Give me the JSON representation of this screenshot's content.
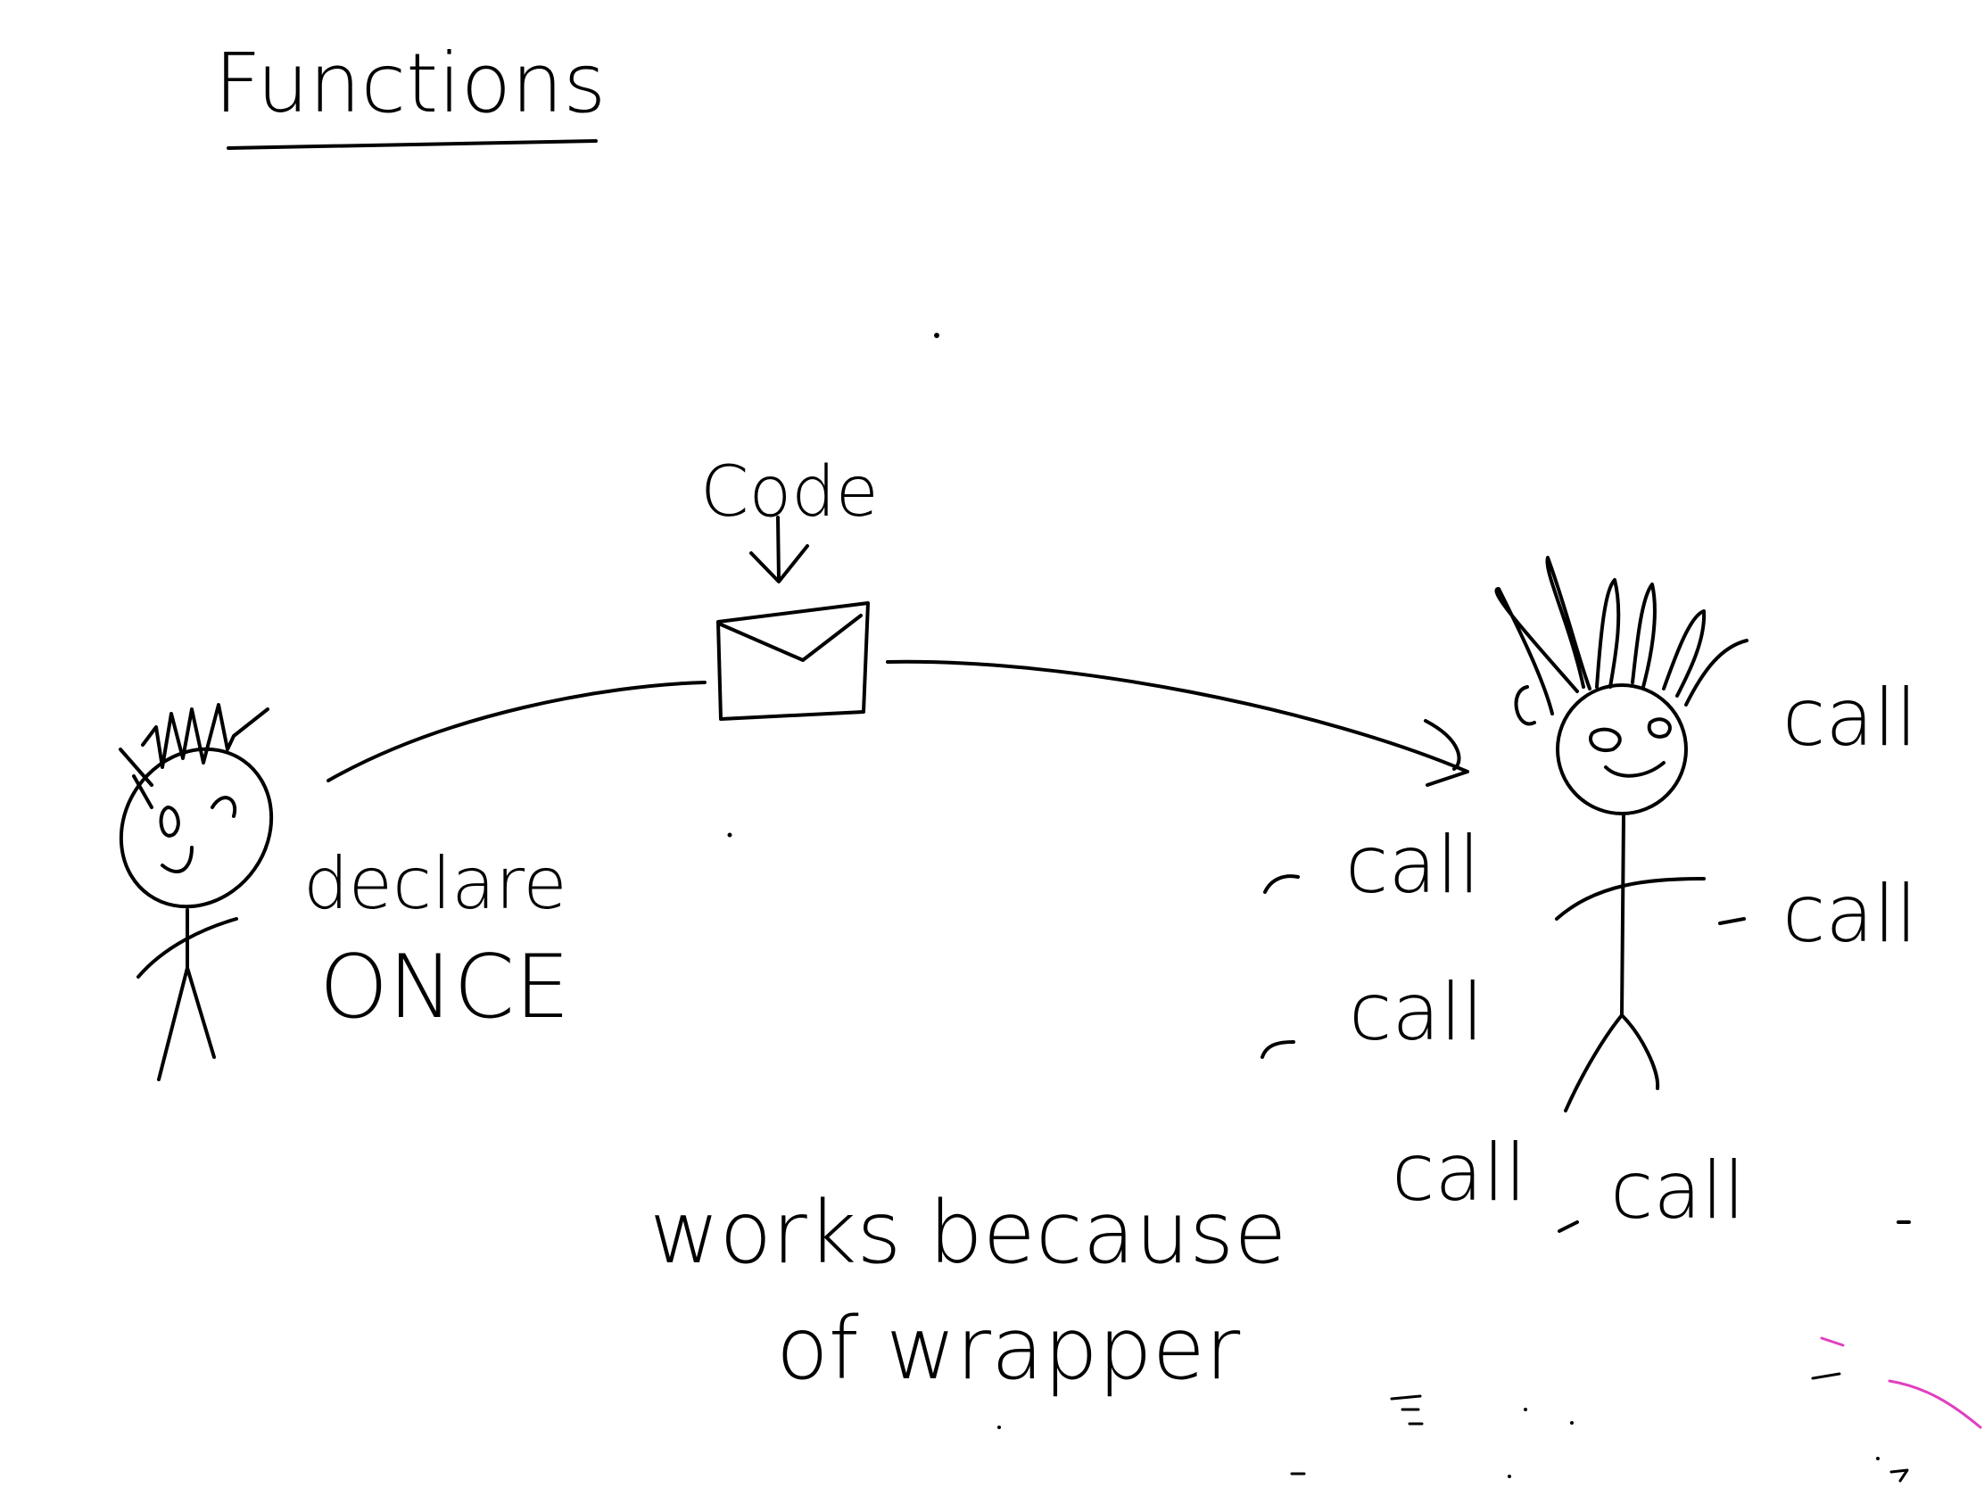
{
  "title": "Functions",
  "labels": {
    "code": "Code",
    "declare": "declare",
    "once": "ONCE",
    "call": "call",
    "note_line1": "works because",
    "note_line2": "of wrapper"
  },
  "colors": {
    "ink": "#000000",
    "highlight": "#e040c0",
    "background": "#ffffff"
  }
}
